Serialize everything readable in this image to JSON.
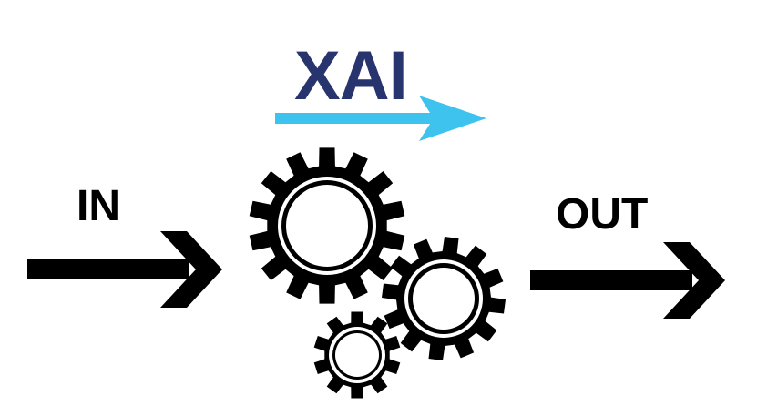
{
  "title": "XAI",
  "input_label": "IN",
  "output_label": "OUT",
  "colors": {
    "title": "#27346e",
    "title_arrow": "#3ec3ef",
    "foreground": "#000000",
    "background": "#ffffff"
  },
  "icons": [
    "arrow-right-icon",
    "gear-icon",
    "gear-icon",
    "gear-icon",
    "arrow-right-icon"
  ]
}
